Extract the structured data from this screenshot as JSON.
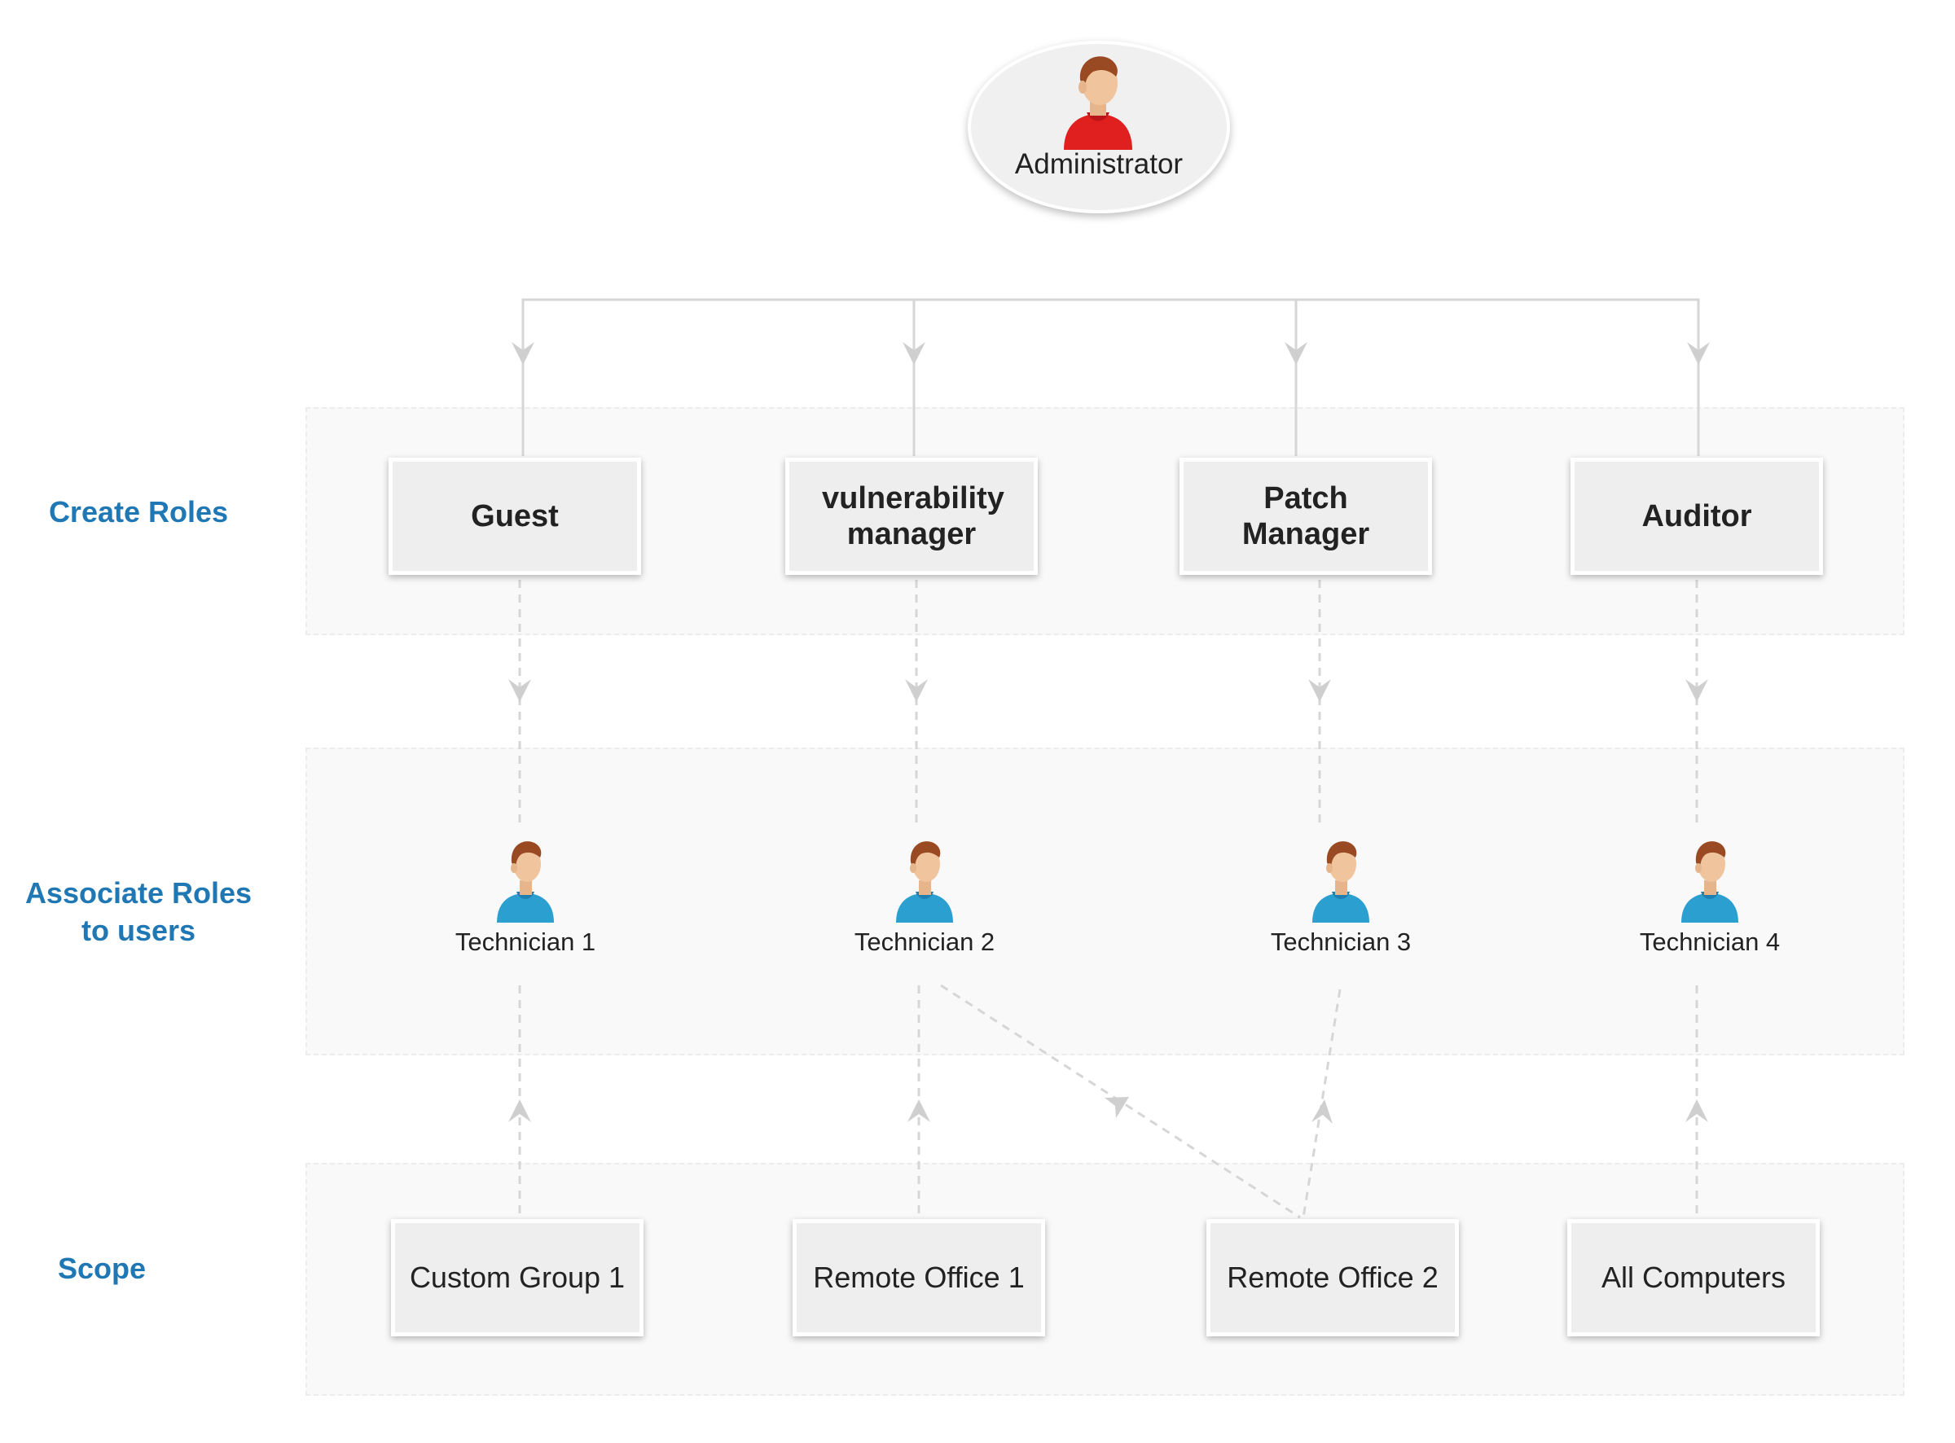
{
  "admin": {
    "label": "Administrator"
  },
  "row_labels": {
    "create_roles": "Create Roles",
    "associate_roles": "Associate Roles\nto users",
    "scope": "Scope"
  },
  "roles": [
    {
      "label": "Guest"
    },
    {
      "label": "vulnerability manager"
    },
    {
      "label": "Patch Manager"
    },
    {
      "label": "Auditor"
    }
  ],
  "technicians": [
    {
      "label": "Technician 1"
    },
    {
      "label": "Technician 2"
    },
    {
      "label": "Technician 3"
    },
    {
      "label": "Technician 4"
    }
  ],
  "scopes": [
    {
      "label": "Custom Group 1"
    },
    {
      "label": "Remote Office 1"
    },
    {
      "label": "Remote Office 2"
    },
    {
      "label": "All Computers"
    }
  ],
  "colors": {
    "row_label": "#1f77b4",
    "admin_shirt": "#e0201e",
    "technician_shirt": "#2a9fd0",
    "connector": "#cccccc"
  },
  "icons": {
    "admin_avatar": "person-icon",
    "technician_avatar": "person-icon"
  }
}
